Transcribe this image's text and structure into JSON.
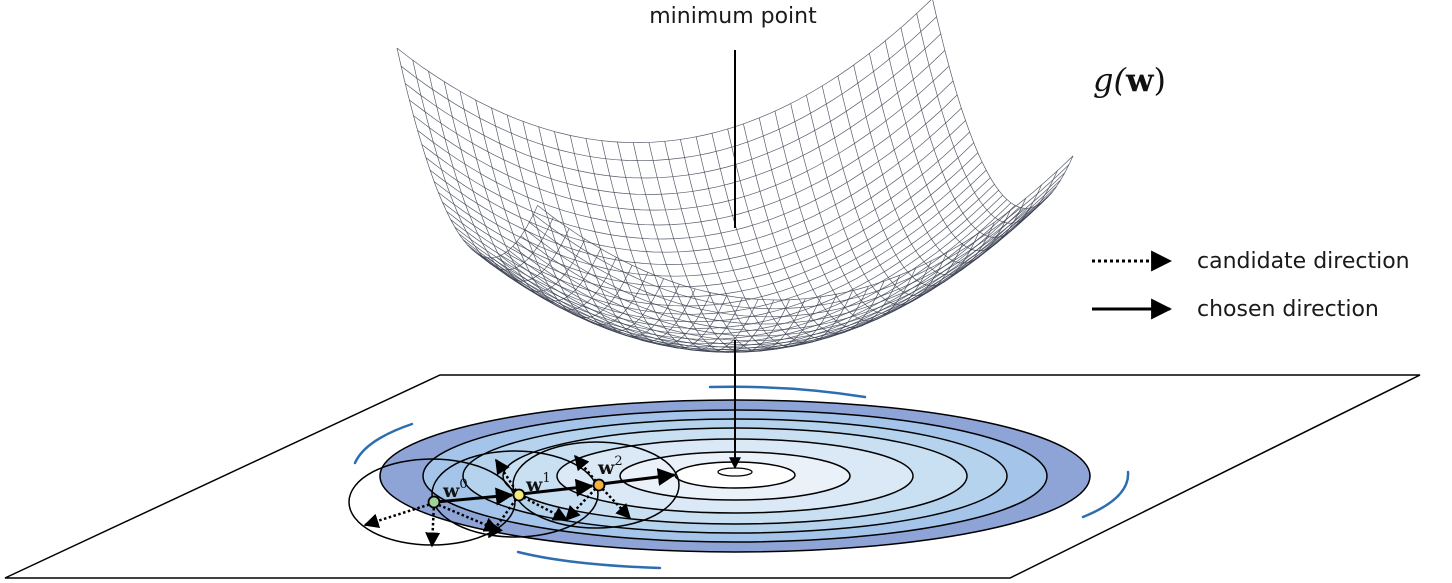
{
  "labels": {
    "minimum_point": "minimum point",
    "function": "g(w)",
    "function_prefix": "g(",
    "function_var": "w",
    "function_suffix": ")"
  },
  "legend": {
    "candidate": "candidate direction",
    "chosen": "chosen direction"
  },
  "points": [
    {
      "base": "w",
      "sup": "0"
    },
    {
      "base": "w",
      "sup": "1"
    },
    {
      "base": "w",
      "sup": "2"
    }
  ],
  "colors": {
    "contour_outer": "#8ea3d6",
    "contour_2": "#a4c5e9",
    "contour_3": "#b6d3ee",
    "contour_4": "#c9dff2",
    "contour_5": "#dbe8f5",
    "contour_6": "#eaf1f9",
    "contour_inner": "#ffffff",
    "arc_accent": "#2e6db0",
    "point_w0": "#9fd29b",
    "point_w1": "#f2ea7a",
    "point_w2": "#f5b13e",
    "mesh": "#3a3f50"
  }
}
